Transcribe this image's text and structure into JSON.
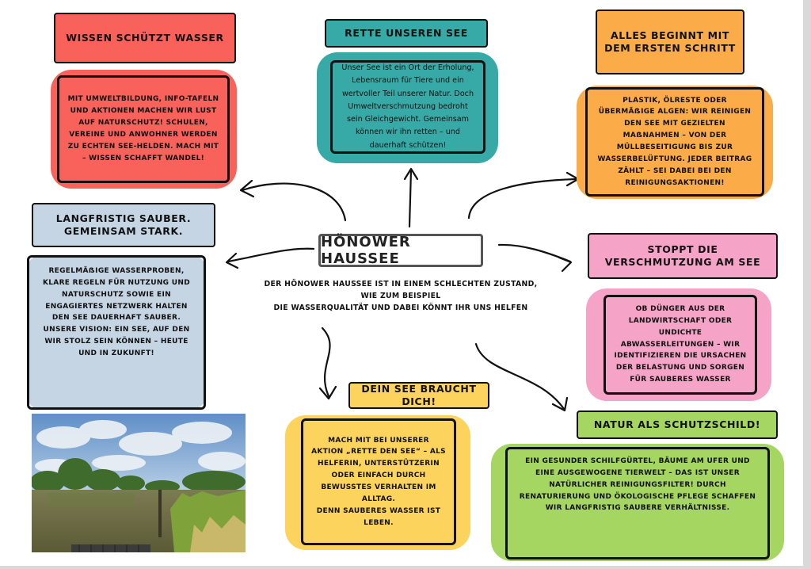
{
  "center": {
    "title": "HÖNOWER HAUSSEE",
    "description": [
      "DER HÖNOWER HAUSSEE IST IN EINEM SCHLECHTEN ZUSTAND,",
      "WIE ZUM BEISPIEL",
      "DIE WASSERQUALITÄT UND DABEI KÖNNT IHR UNS HELFEN"
    ]
  },
  "cards": {
    "wissen": {
      "title": "WISSEN SCHÜTZT WASSER",
      "body": "MIT UMWELTBILDUNG, INFO-TAFELN UND AKTIONEN MACHEN WIR LUST AUF NATURSCHUTZ! SCHULEN, VEREINE UND ANWOHNER WERDEN ZU ECHTEN SEE-HELDEN. MACH MIT – WISSEN SCHAFFT WANDEL!"
    },
    "rette": {
      "title": "RETTE UNSEREN SEE",
      "body": "Unser See ist ein Ort der Erholung, Lebensraum für Tiere und ein wertvoller Teil unserer Natur. Doch Umweltverschmutzung bedroht sein Gleichgewicht. Gemeinsam können wir ihn retten – und dauerhaft schützen!"
    },
    "beginnt": {
      "title_lines": [
        "ALLES BEGINNT MIT",
        "DEM ERSTEN SCHRITT"
      ],
      "body": "PLASTIK, ÖLRESTE ODER ÜBERMÄẞIGE ALGEN: WIR REINIGEN DEN SEE MIT GEZIELTEN MAẞNAHMEN – VON DER MÜLLBESEITIGUNG BIS ZUR WASSERBELÜFTUNG. JEDER BEITRAG ZÄHLT – SEI DABEI BEI DEN REINIGUNGSAKTIONEN!"
    },
    "langfristig": {
      "title_lines": [
        "LANGFRISTIG SAUBER.",
        "GEMEINSAM STARK."
      ],
      "body": "REGELMÄẞIGE WASSERPROBEN, KLARE REGELN FÜR NUTZUNG UND NATURSCHUTZ SOWIE EIN ENGAGIERTES NETZWERK HALTEN DEN SEE DAUERHAFT SAUBER. UNSERE VISION: EIN SEE, AUF DEN WIR STOLZ SEIN KÖNNEN – HEUTE UND IN ZUKUNFT!"
    },
    "stoppt": {
      "title_lines": [
        "STOPPT DIE",
        "VERSCHMUTZUNG AM SEE"
      ],
      "body": "OB DÜNGER AUS DER LANDWIRTSCHAFT ODER UNDICHTE ABWASSERLEITUNGEN – WIR IDENTIFIZIEREN DIE URSACHEN DER BELASTUNG UND SORGEN FÜR SAUBERES WASSER"
    },
    "braucht": {
      "title": "DEIN SEE BRAUCHT DICH!",
      "body_lines": [
        "MACH MIT BEI UNSERER AKTION „RETTE DEN SEE“ – ALS HELFERIN, UNTERSTÜTZERIN ODER EINFACH DURCH BEWUSSTES VERHALTEN IM ALLTAG.",
        "DENN SAUBERES WASSER IST LEBEN."
      ]
    },
    "natur": {
      "title": "NATUR ALS SCHUTZSCHILD!",
      "body": "EIN GESUNDER SCHILFGÜRTEL, BÄUME AM UFER UND EINE AUSGEWOGENE TIERWELT – DAS IST UNSER NATÜRLICHER REINIGUNGSFILTER! DURCH RENATURIERUNG UND ÖKOLOGISCHE PFLEGE SCHAFFEN WIR LANGFRISTIG SAUBERE VERHÄLTNISSE."
    }
  },
  "colors": {
    "red": "#f8625a",
    "teal": "#37a9a6",
    "orange": "#fbab48",
    "blue": "#c5d5e4",
    "pink": "#f5a3c6",
    "yellow": "#fcd35c",
    "green": "#a6d662"
  }
}
